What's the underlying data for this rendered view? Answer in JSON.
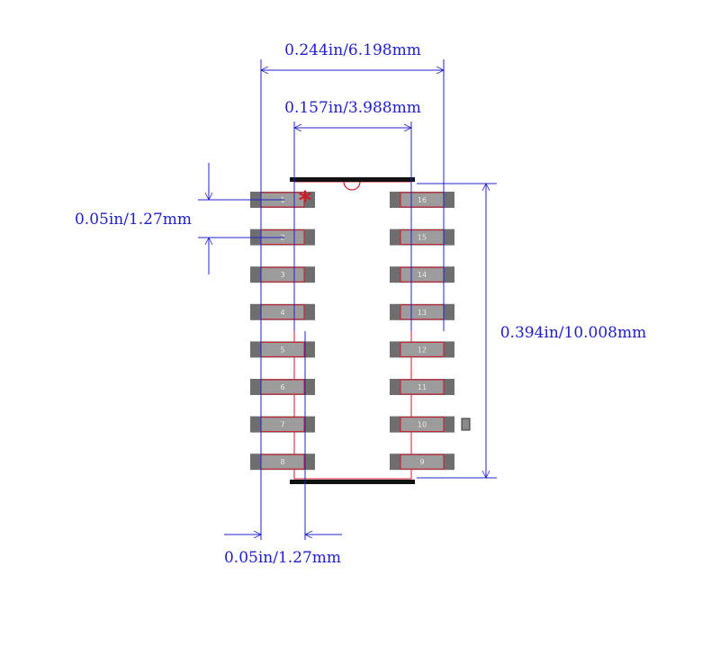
{
  "colors": {
    "dimension": "#2020c8",
    "outline": "#cc1a2a",
    "pad_fill": "#6e6e6e",
    "pad_inner": "#9c9c9c",
    "body_edge": "#111111",
    "pin_text": "#e8e8e8"
  },
  "dimensions": {
    "overall_width": "0.244in/6.198mm",
    "body_width": "0.157in/3.988mm",
    "pitch_vertical": "0.05in/1.27mm",
    "length": "0.394in/10.008mm",
    "pitch_bottom": "0.05in/1.27mm"
  },
  "pins": {
    "left": [
      "1",
      "2",
      "3",
      "4",
      "5",
      "6",
      "7",
      "8"
    ],
    "right": [
      "16",
      "15",
      "14",
      "13",
      "12",
      "11",
      "10",
      "9"
    ]
  },
  "pin1_marker": "*"
}
